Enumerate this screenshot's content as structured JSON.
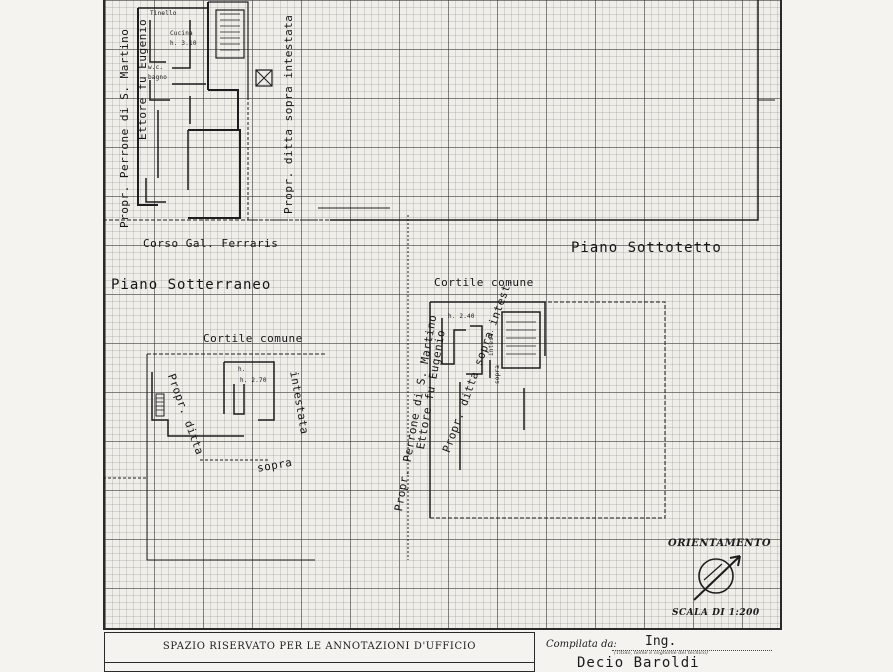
{
  "labels": {
    "proprietor_left_line1": "Propr. Perrone di S. Martino",
    "proprietor_left_line2": "Ettore fu Eugenio",
    "tinello": "Tinello",
    "cucina": "Cucina",
    "height_cucina": "h. 3.10",
    "wc": "w.c.",
    "bagno": "bagno",
    "ditta_top": "Propr. ditta sopra intestata",
    "corso": "Corso Gal. Ferraris",
    "piano_sotterraneo": "Piano Sotterraneo",
    "piano_sottotetto": "Piano Sottotetto",
    "cortile_comune_right": "Cortile comune",
    "cortile_comune_left": "Cortile comune",
    "height_right": "h. 2.40",
    "height_left": "h. 2.70",
    "height_left_prefix": "h.",
    "intest_small": "intest.",
    "sopra_small": "sopra",
    "propr_ditta_right": "Propr. ditta sopra intest.",
    "propr_center_line1": "Propr. Perrone di S. Martino",
    "propr_center_line2": "Ettore fu Eugenio",
    "propr_ditta_left_a": "Propr. ditta",
    "propr_ditta_left_b": "sopra",
    "propr_ditta_left_c": "intestata",
    "orientamento": "ORIENTAMENTO",
    "scala": "SCALA DI 1:200"
  },
  "office": {
    "title": "SPAZIO RISERVATO PER LE ANNOTAZIONI D'UFFICIO"
  },
  "signature": {
    "compiled_label": "Compilata da:",
    "title": "Ing.",
    "note": "(Titolo, nome e cognome del tecnico)",
    "name": "Decio Baroldi"
  },
  "icons": {
    "north_arrow": "compass-north-arrow-icon",
    "stairs": "staircase-icon"
  }
}
